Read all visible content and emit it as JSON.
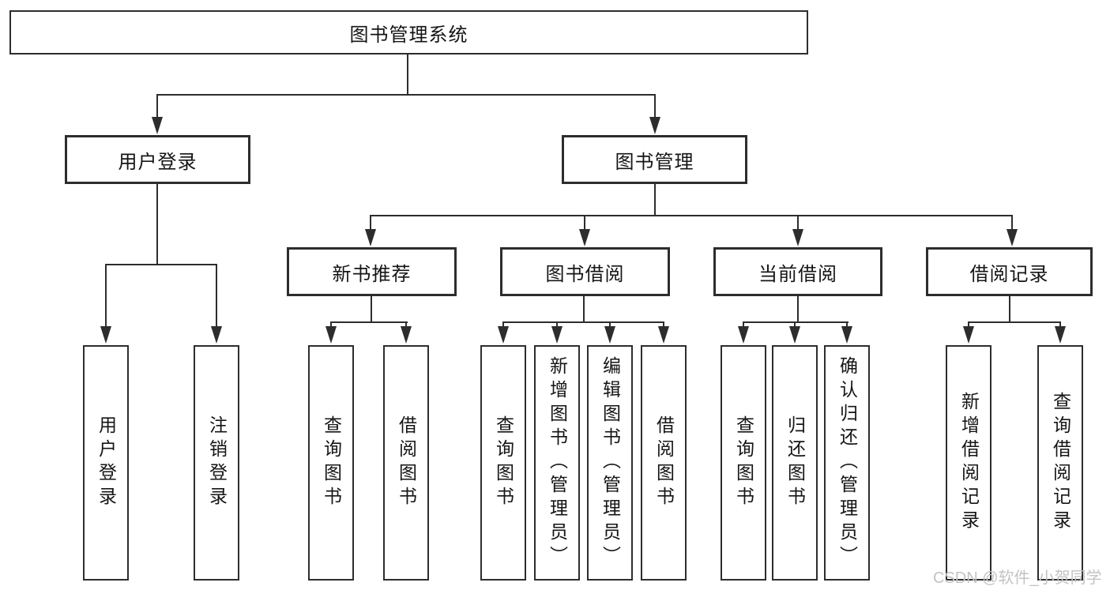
{
  "tree": {
    "label": "图书管理系统",
    "children": [
      {
        "label": "用户登录",
        "children": [
          {
            "label": "用户登录"
          },
          {
            "label": "注销登录"
          }
        ]
      },
      {
        "label": "图书管理",
        "children": [
          {
            "label": "新书推荐",
            "children": [
              {
                "label": "查询图书"
              },
              {
                "label": "借阅图书"
              }
            ]
          },
          {
            "label": "图书借阅",
            "children": [
              {
                "label": "查询图书"
              },
              {
                "label": "新增图书（管理员）"
              },
              {
                "label": "编辑图书（管理员）"
              },
              {
                "label": "借阅图书"
              }
            ]
          },
          {
            "label": "当前借阅",
            "children": [
              {
                "label": "查询图书"
              },
              {
                "label": "归还图书"
              },
              {
                "label": "确认归还（管理员）"
              }
            ]
          },
          {
            "label": "借阅记录",
            "children": [
              {
                "label": "新增借阅记录"
              },
              {
                "label": "查询借阅记录"
              }
            ]
          }
        ]
      }
    ]
  },
  "watermark": {
    "text": "CSDN @软件_小贺同学"
  },
  "colors": {
    "line": "#2d2d2d",
    "text": "#151515",
    "background": "#ffffff",
    "watermark": "#c3c3c3"
  }
}
